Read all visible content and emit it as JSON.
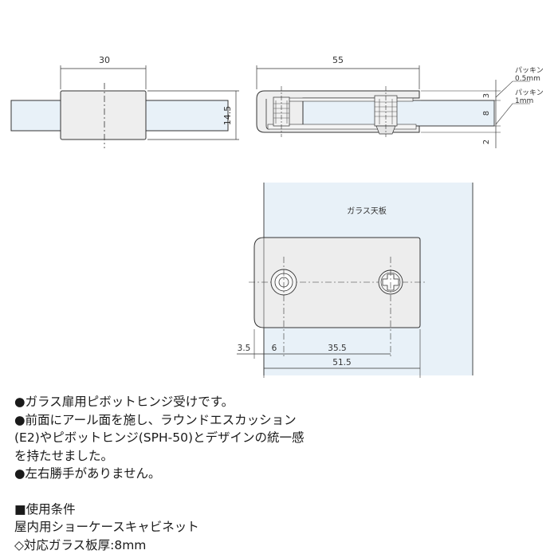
{
  "dimensions": {
    "side_width": "30",
    "side_height": "14.5",
    "top_width": "55",
    "gap_top": "3",
    "glass_thickness": "8",
    "gap_bottom": "2",
    "bottom_offset_1": "3.5",
    "bottom_offset_2": "6",
    "hole_pitch": "35.5",
    "plate_length": "51.5"
  },
  "annotations": {
    "packing_1_label": "パッキン",
    "packing_1_value": "0.5mm",
    "packing_2_label": "パッキン",
    "packing_2_value": "1mm",
    "glass_label": "ガラス天板"
  },
  "description": {
    "features": [
      "●ガラス扉用ピボットヒンジ受けです。",
      "●前面にアール面を施し、ラウンドエスカッション",
      "(E2)やピボットヒンジ(SPH-50)とデザインの統一感",
      "を持たせました。",
      "●左右勝手がありません。"
    ],
    "conditions_heading": "■使用条件",
    "conditions_text": "屋内用ショーケースキャビネット",
    "thickness_text": "◇対応ガラス板厚:8mm"
  }
}
